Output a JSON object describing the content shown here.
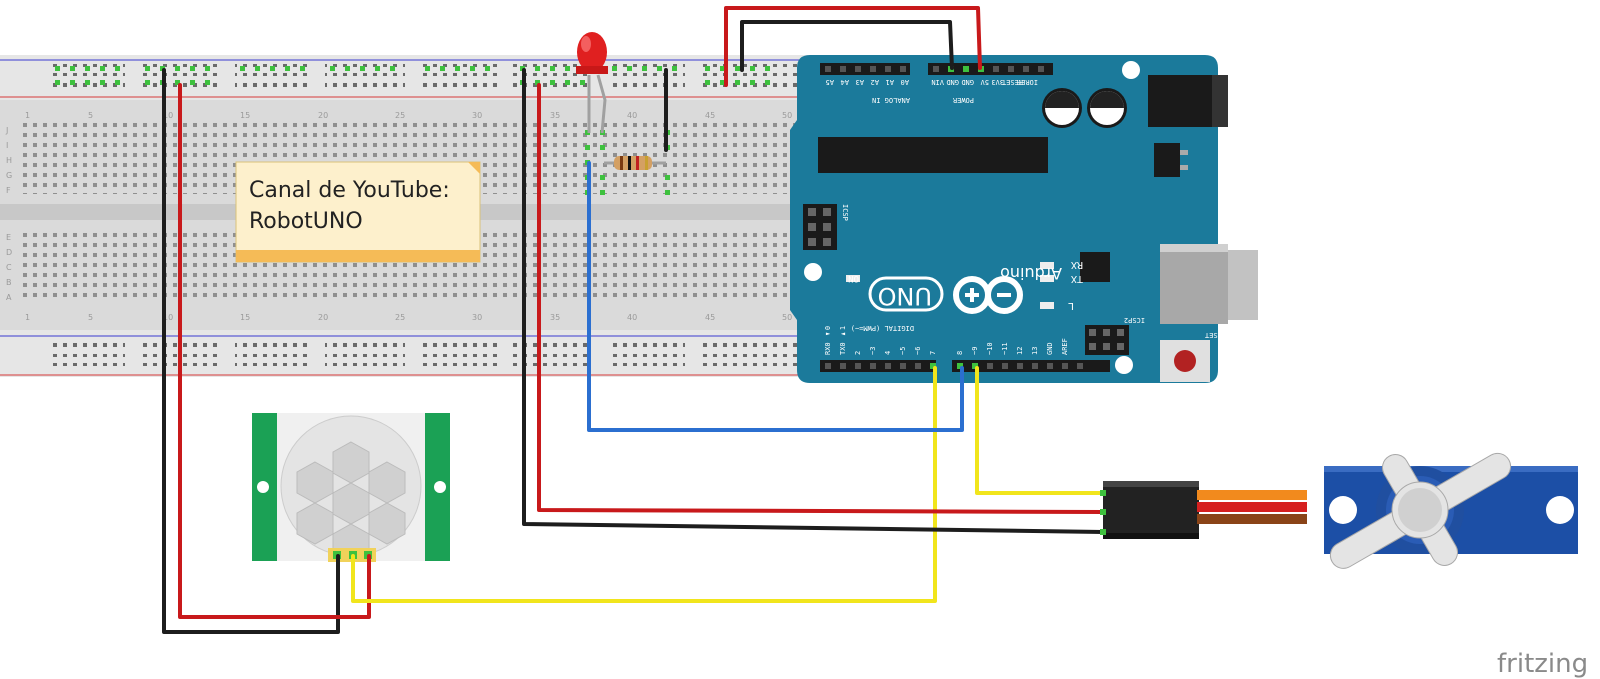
{
  "note": {
    "line1": "Canal de YouTube:",
    "line2": "RobotUNO"
  },
  "breadboard": {
    "column_numbers": [
      "1",
      "5",
      "10",
      "15",
      "20",
      "25",
      "30",
      "35",
      "40",
      "45",
      "50"
    ],
    "row_letters_top": [
      "J",
      "I",
      "H",
      "G",
      "F"
    ],
    "row_letters_bottom": [
      "E",
      "D",
      "C",
      "B",
      "A"
    ]
  },
  "arduino": {
    "brand": "Arduino",
    "model": "UNO",
    "analog_header": "ANALOG IN",
    "analog_pins": [
      "A5",
      "A4",
      "A3",
      "A2",
      "A1",
      "A0"
    ],
    "power_header": "POWER",
    "power_pins": [
      "VIN",
      "GND",
      "GND",
      "5V",
      "3V3",
      "RESET",
      "IOREF"
    ],
    "digital_header": "DIGITAL (PWM=~)",
    "digital_pins": [
      "RX0 ◄0",
      "TX0 ►1",
      "2",
      "~3",
      "4",
      "~5",
      "~6",
      "7",
      "8",
      "~9",
      "~10",
      "~11",
      "12",
      "13",
      "GND",
      "AREF"
    ],
    "icsp": "ICSP",
    "icsp2": "ICSP2",
    "reset": "RESET",
    "led_rx": "RX",
    "led_tx": "TX",
    "led_l": "L",
    "led_on": "ON"
  },
  "watermark": "fritzing",
  "colors": {
    "wire_red": "#c8191b",
    "wire_black": "#1d1d1d",
    "wire_blue": "#2b6fd0",
    "wire_yellow": "#f1e51c",
    "arduino_board": "#1b7a9b",
    "pir_green": "#1ba155",
    "servo_blue": "#1c4fa6",
    "note_bg": "#fdf0cc"
  }
}
